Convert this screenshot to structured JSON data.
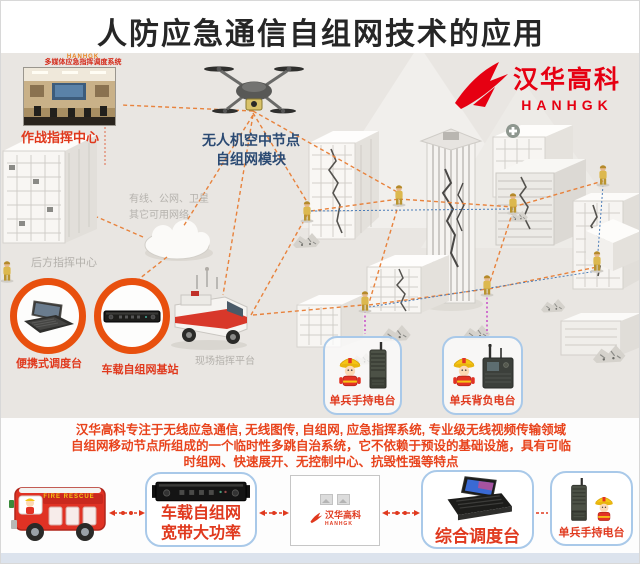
{
  "title": "人防应急通信自组网技术的应用",
  "brand": {
    "cn": "汉华高科",
    "en": "HANHGK"
  },
  "mini_header": {
    "line1": "HANHGK",
    "line2": "多媒体应急指挥调度系统"
  },
  "scene": {
    "command_center": "作战指挥中心",
    "drone_line1": "无人机空中节点",
    "drone_line2": "自组网模块",
    "net_line1": "有线、公网、卫星",
    "net_line2": "其它可用网络",
    "rear_command": "后方指挥中心",
    "portable_dispatch": "便携式调度台",
    "vehicle_base": "车载自组网基站",
    "site_platform": "现场指挥平台",
    "handheld_radio": "单兵手持电台",
    "backpack_radio": "单兵背负电台"
  },
  "description": {
    "line1": "汉华高科专注于无线应急通信, 无线图传, 自组网, 应急指挥系统, 专业级无线视频传输领域",
    "line2": "自组网移动节点所组成的一个临时性多跳自治系统，它不依赖于预设的基础设施，具有可临",
    "line3": "时组网、快速展开、无控制中心、抗毁性强等特点"
  },
  "bottom": {
    "truck_text": "FIRE RESCUE",
    "vehicle_line1": "车载自组网",
    "vehicle_line2": "宽带大功率",
    "watermark_cn": "汉华高科",
    "watermark_en": "HANHGK",
    "dispatch": "综合调度台",
    "handheld": "单兵手持电台"
  },
  "colors": {
    "brand_red": "#e60012",
    "label_red": "#e0381c",
    "desc_red": "#e8431c",
    "navy_text": "#2b4a73",
    "gray_text": "#b3b0ab",
    "ring_orange": "#e8500e",
    "box_border_blue": "#a9c9e9",
    "dash_orange": "#e8823c",
    "dot_blue": "#4a7cb8",
    "dot_magenta": "#c84ac8",
    "scene_bg": "#e9e6e2"
  }
}
